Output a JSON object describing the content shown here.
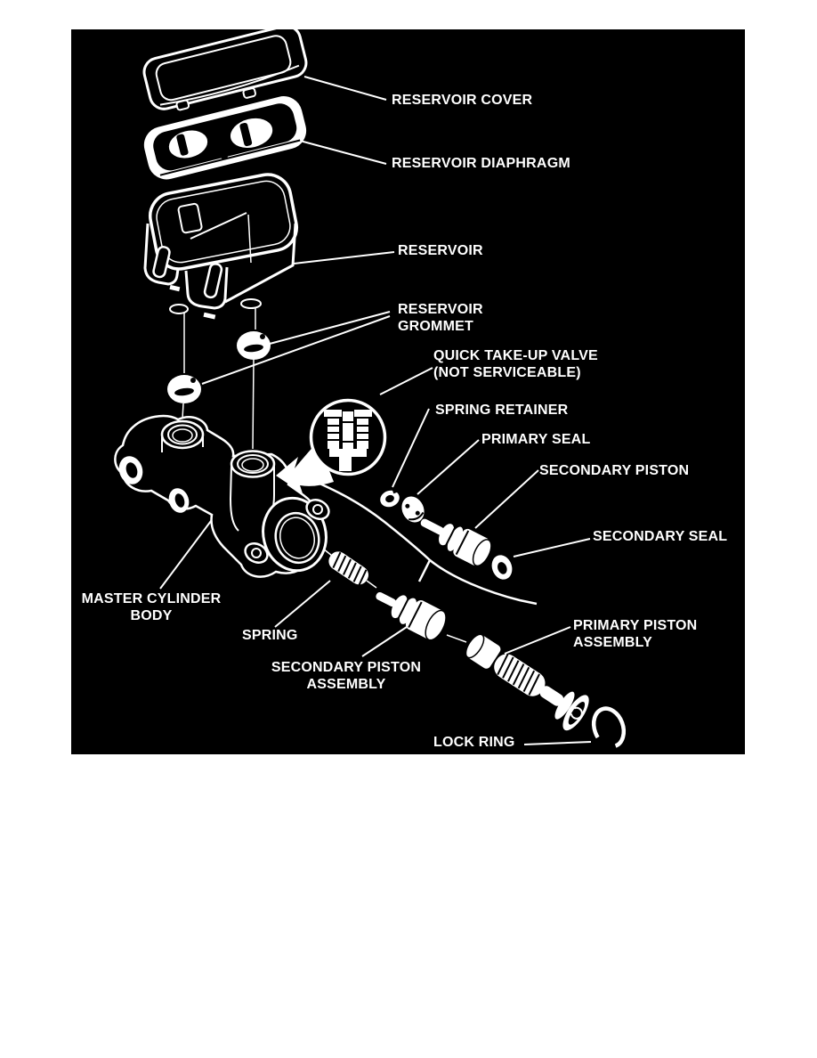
{
  "figure": {
    "background_color": "#000000",
    "line_color": "#ffffff",
    "labels": {
      "reservoir_cover": "RESERVOIR COVER",
      "reservoir_diaphragm": "RESERVOIR DIAPHRAGM",
      "reservoir": "RESERVOIR",
      "reservoir_grommet": "RESERVOIR\nGROMMET",
      "quick_take_up_valve": "QUICK TAKE-UP VALVE\n(NOT SERVICEABLE)",
      "spring_retainer": "SPRING RETAINER",
      "primary_seal": "PRIMARY SEAL",
      "secondary_piston": "SECONDARY PISTON",
      "secondary_seal": "SECONDARY SEAL",
      "master_cylinder_body": "MASTER CYLINDER\nBODY",
      "spring": "SPRING",
      "secondary_piston_assembly": "SECONDARY PISTON\nASSEMBLY",
      "primary_piston_assembly": "PRIMARY PISTON\nASSEMBLY",
      "lock_ring": "LOCK RING"
    }
  }
}
